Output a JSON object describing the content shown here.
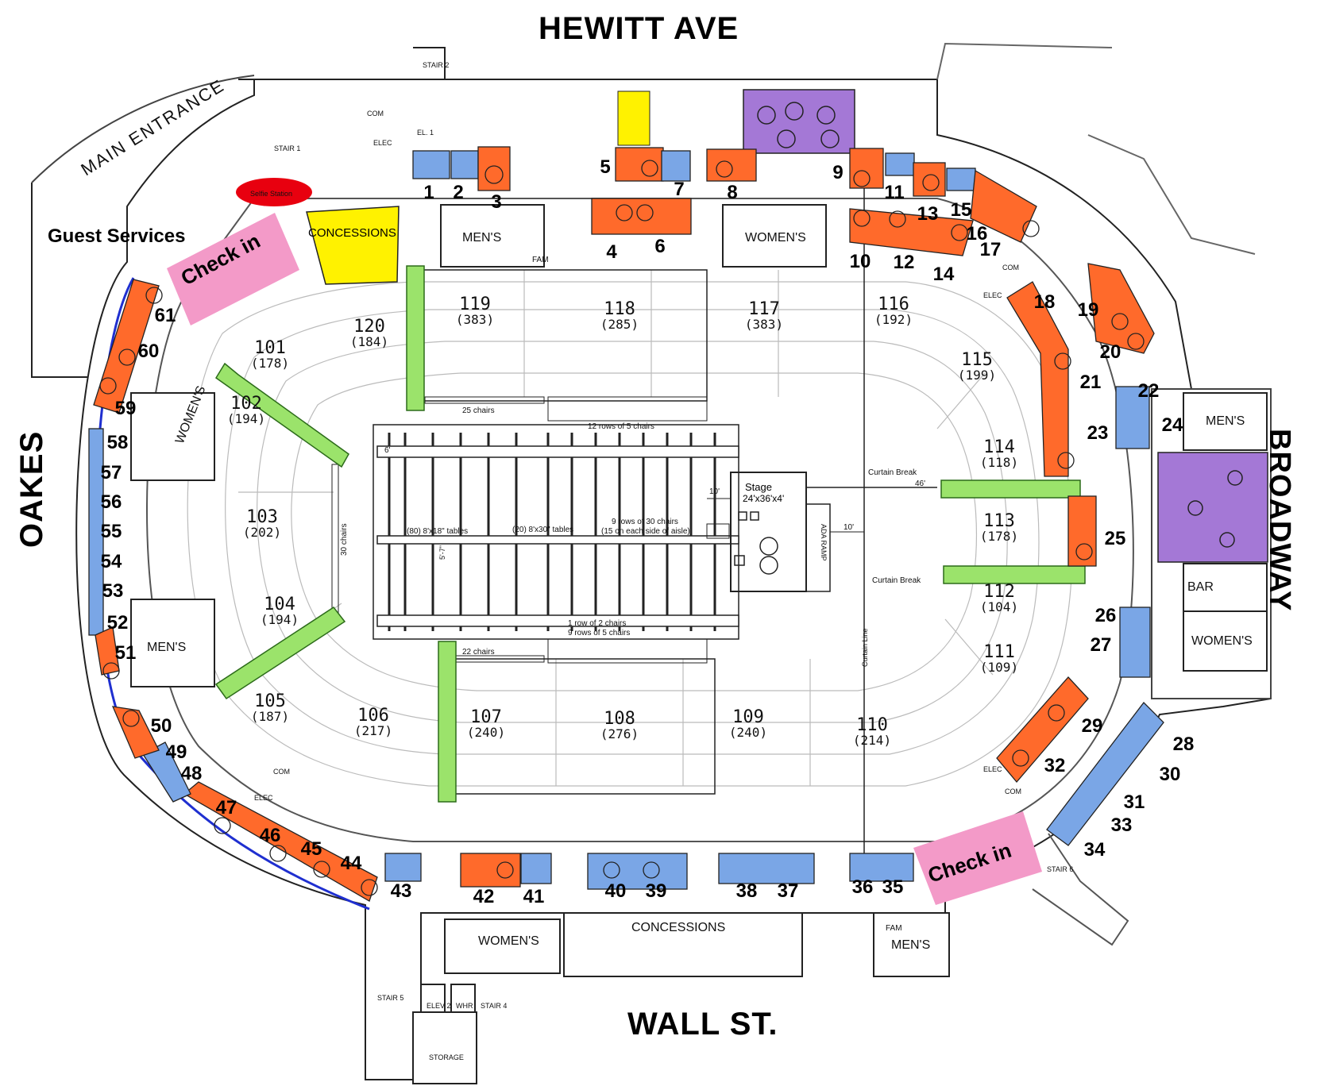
{
  "streets": {
    "top": "HEWITT AVE",
    "bottom": "WALL ST.",
    "left": "OAKES",
    "right": "BROADWAY"
  },
  "labels": {
    "main_entrance": "MAIN ENTRANCE",
    "guest_services": "Guest Services",
    "selfie_station": "Selfie Station",
    "concessions_top": "CONCESSIONS",
    "concessions_bottom": "CONCESSIONS",
    "check_in_left": "Check in",
    "check_in_right": "Check in",
    "mens_top": "MEN'S",
    "womens_top": "WOMEN'S",
    "fam_top": "FAM",
    "mens_left": "MEN'S",
    "womens_left": "WOMEN'S",
    "mens_right": "MEN'S",
    "womens_right": "WOMEN'S",
    "bar": "BAR",
    "womens_bottom": "WOMEN'S",
    "mens_bottom": "MEN'S",
    "fam_bottom": "FAM",
    "stair1": "STAIR 1",
    "stair2": "STAIR 2",
    "stair5": "STAIR 5",
    "stair4": "STAIR 4",
    "stair6": "STAIR 6",
    "el1": "EL. 1",
    "elev2": "ELEV 2",
    "whr": "WHR",
    "storage": "STORAGE",
    "com_top": "COM",
    "elec_top": "ELEC",
    "com_right": "COM",
    "elec_right": "ELEC",
    "com_left": "COM",
    "elec_left": "ELEC",
    "elec_br": "ELEC",
    "com_br": "COM",
    "stage": "Stage",
    "stage_dims": "24'x36'x4'",
    "ada_ramp": "ADA RAMP",
    "curtain_break_1": "Curtain Break",
    "curtain_break_2": "Curtain Break",
    "curtain_line": "Curtain Line",
    "dim_46": "46'",
    "dim_10a": "10'",
    "dim_10b": "10'",
    "dim_6": "6'",
    "dim_5_7": "5'-7\"",
    "chairs_25": "25 chairs",
    "chairs_22": "22 chairs",
    "chairs_30": "30 chairs",
    "rows_12x5": "12 rows of 5 chairs",
    "rows_9x30": "9 rows of 30 chairs",
    "rows_9x30_note": "(15 on each side of aisle)",
    "tables_80": "(80) 8'x18\" tables",
    "tables_20": "(20) 8'x30\" tables",
    "row_2": "1 row of 2 chairs",
    "rows_9x5": "9 rows of 5 chairs"
  },
  "sections": [
    {
      "id": "101",
      "cap": "(178)"
    },
    {
      "id": "102",
      "cap": "(194)"
    },
    {
      "id": "103",
      "cap": "(202)"
    },
    {
      "id": "104",
      "cap": "(194)"
    },
    {
      "id": "105",
      "cap": "(187)"
    },
    {
      "id": "106",
      "cap": "(217)"
    },
    {
      "id": "107",
      "cap": "(240)"
    },
    {
      "id": "108",
      "cap": "(276)"
    },
    {
      "id": "109",
      "cap": "(240)"
    },
    {
      "id": "110",
      "cap": "(214)"
    },
    {
      "id": "111",
      "cap": "(109)"
    },
    {
      "id": "112",
      "cap": "(104)"
    },
    {
      "id": "113",
      "cap": "(178)"
    },
    {
      "id": "114",
      "cap": "(118)"
    },
    {
      "id": "115",
      "cap": "(199)"
    },
    {
      "id": "116",
      "cap": "(192)"
    },
    {
      "id": "117",
      "cap": "(383)"
    },
    {
      "id": "118",
      "cap": "(285)"
    },
    {
      "id": "119",
      "cap": "(383)"
    },
    {
      "id": "120",
      "cap": "(184)"
    }
  ],
  "booths": [
    "1",
    "2",
    "3",
    "4",
    "5",
    "6",
    "7",
    "8",
    "9",
    "10",
    "11",
    "12",
    "13",
    "14",
    "15",
    "16",
    "17",
    "18",
    "19",
    "20",
    "21",
    "22",
    "23",
    "24",
    "25",
    "26",
    "27",
    "28",
    "29",
    "30",
    "31",
    "32",
    "33",
    "34",
    "35",
    "36",
    "37",
    "38",
    "39",
    "40",
    "41",
    "42",
    "43",
    "44",
    "45",
    "46",
    "47",
    "48",
    "49",
    "50",
    "51",
    "52",
    "53",
    "54",
    "55",
    "56",
    "57",
    "58",
    "59",
    "60",
    "61"
  ],
  "colors": {
    "orange": "#ff6a2b",
    "blue": "#7aa6e6",
    "purple": "#a478d6",
    "yellow": "#fff200",
    "pink": "#f39ac8",
    "green": "#9be36b",
    "red": "#e8000f",
    "navy": "#1f2fd0"
  }
}
